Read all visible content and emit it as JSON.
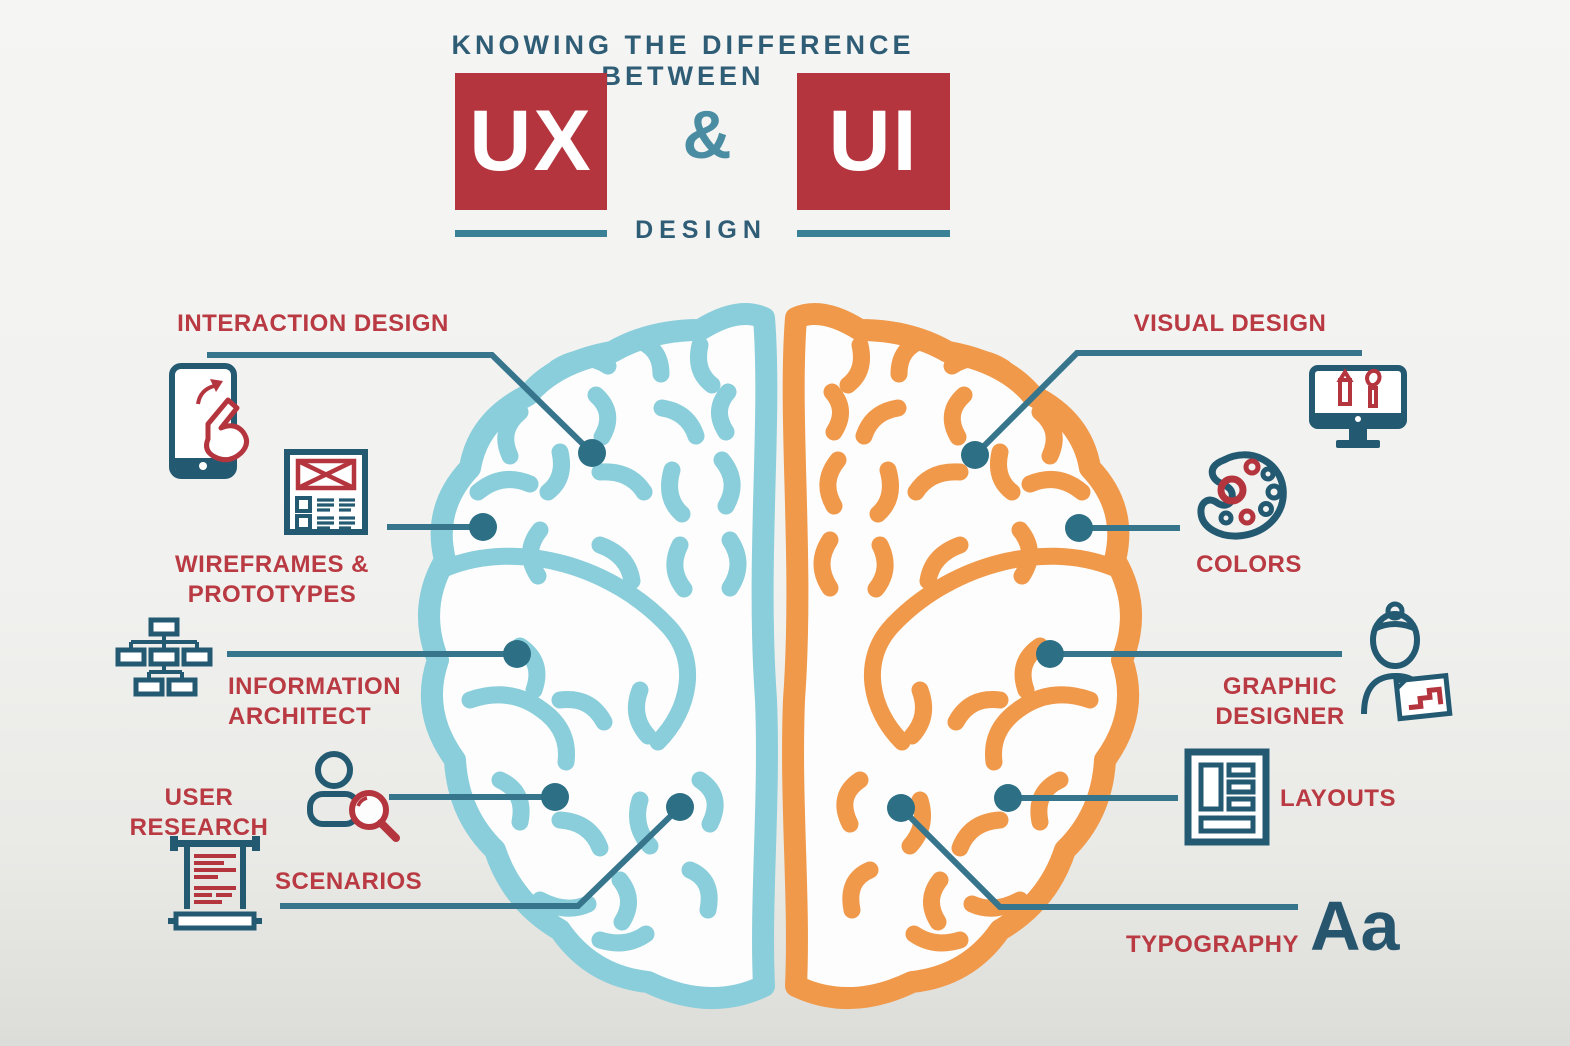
{
  "header": {
    "kicker": "KNOWING THE DIFFERENCE BETWEEN",
    "ux_label": "UX",
    "ampersand": "&",
    "ui_label": "UI",
    "design_caption": "DESIGN"
  },
  "ux_side": {
    "interaction_design": "INTERACTION DESIGN",
    "wireframes_line1": "WIREFRAMES &",
    "wireframes_line2": "PROTOTYPES",
    "information_line1": "INFORMATION",
    "information_line2": "ARCHITECT",
    "user_research": "USER RESEARCH",
    "scenarios": "SCENARIOS"
  },
  "ui_side": {
    "visual_design": "VISUAL DESIGN",
    "colors": "COLORS",
    "graphic_line1": "GRAPHIC",
    "graphic_line2": "DESIGNER",
    "layouts": "LAYOUTS",
    "typography": "TYPOGRAPHY",
    "typography_sample": "Aa"
  },
  "icons": {
    "tablet_gesture": "tablet-gesture-icon",
    "wireframe": "wireframe-document-icon",
    "sitemap": "sitemap-boxes-icon",
    "user_magnifier": "user-magnifier-icon",
    "scroll": "scroll-document-icon",
    "monitor_tools": "monitor-pencil-brush-icon",
    "palette": "paint-palette-icon",
    "designer_person": "designer-person-icon",
    "layout_grid": "layout-grid-icon"
  },
  "palette_colors": {
    "red": "#b5353e",
    "label_red": "#b93a42",
    "line_teal": "#37758d",
    "dot_teal": "#2d7086",
    "icon_teal": "#235a72",
    "title_navy": "#2f5d76",
    "amp_teal": "#4a8da2",
    "brain_left_blue": "#89ceda",
    "brain_right_orange": "#f0994a"
  }
}
